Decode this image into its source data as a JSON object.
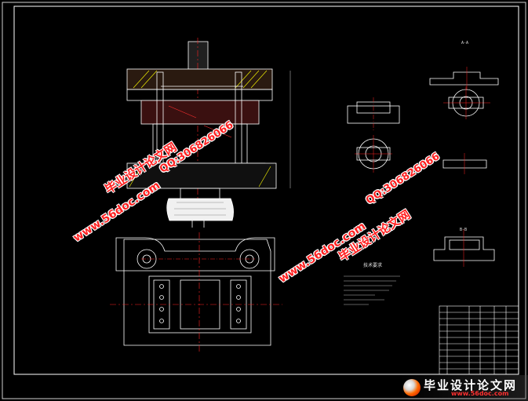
{
  "watermarks": {
    "site_cn": "毕业设计论文网",
    "url": "www.56doc.com",
    "qq": "QQ:306826066"
  },
  "labels": {
    "tech_req_title": "技术要求",
    "view_a": "A-A",
    "view_b": "B-B"
  },
  "footer": {
    "site_cn": "毕业设计论文网",
    "url": "www.56doc.com"
  },
  "colors": {
    "background": "#000000",
    "outline": "#ffffff",
    "centerline": "#ff2020",
    "hatch": "#ffff00",
    "watermark": "#ff2020"
  }
}
